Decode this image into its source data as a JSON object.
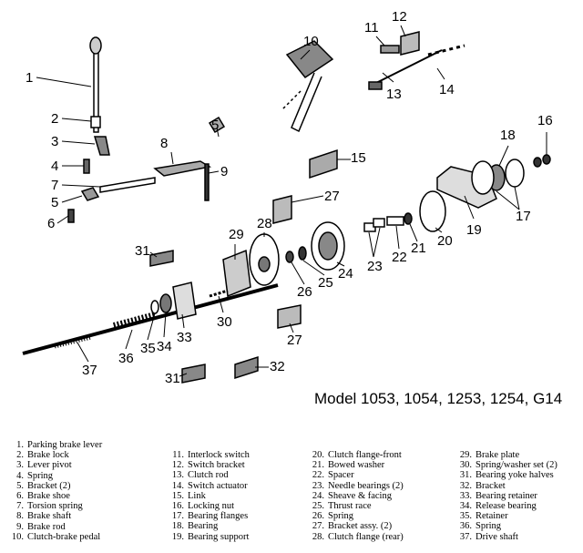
{
  "model_label": "Model 1053, 1054, 1253, 1254, G14",
  "callouts": [
    "1",
    "2",
    "3",
    "4",
    "5",
    "6",
    "7",
    "8",
    "9",
    "10",
    "11",
    "12",
    "13",
    "14",
    "15",
    "16",
    "17",
    "18",
    "19",
    "20",
    "21",
    "22",
    "23",
    "24",
    "25",
    "26",
    "27",
    "28",
    "29",
    "30",
    "31",
    "32",
    "33",
    "34",
    "35",
    "36",
    "37"
  ],
  "legend": {
    "col1": [
      {
        "num": "1.",
        "label": "Parking brake lever"
      },
      {
        "num": "2.",
        "label": "Brake lock"
      },
      {
        "num": "3.",
        "label": "Lever pivot"
      },
      {
        "num": "4.",
        "label": "Spring"
      },
      {
        "num": "5.",
        "label": "Bracket (2)"
      },
      {
        "num": "6.",
        "label": "Brake shoe"
      },
      {
        "num": "7.",
        "label": "Torsion spring"
      },
      {
        "num": "8.",
        "label": "Brake shaft"
      },
      {
        "num": "9.",
        "label": "Brake rod"
      },
      {
        "num": "10.",
        "label": "Clutch-brake pedal"
      }
    ],
    "col2": [
      {
        "num": "11.",
        "label": "Interlock switch"
      },
      {
        "num": "12.",
        "label": "Switch bracket"
      },
      {
        "num": "13.",
        "label": "Clutch rod"
      },
      {
        "num": "14.",
        "label": "Switch actuator"
      },
      {
        "num": "15.",
        "label": "Link"
      },
      {
        "num": "16.",
        "label": "Locking nut"
      },
      {
        "num": "17.",
        "label": "Bearing flanges"
      },
      {
        "num": "18.",
        "label": "Bearing"
      },
      {
        "num": "19.",
        "label": "Bearing support"
      }
    ],
    "col3": [
      {
        "num": "20.",
        "label": "Clutch flange-front"
      },
      {
        "num": "21.",
        "label": "Bowed washer"
      },
      {
        "num": "22.",
        "label": "Spacer"
      },
      {
        "num": "23.",
        "label": "Needle bearings (2)"
      },
      {
        "num": "24.",
        "label": "Sheave & facing"
      },
      {
        "num": "25.",
        "label": "Thrust race"
      },
      {
        "num": "26.",
        "label": "Spring"
      },
      {
        "num": "27.",
        "label": "Bracket assy. (2)"
      },
      {
        "num": "28.",
        "label": "Clutch flange (rear)"
      }
    ],
    "col4": [
      {
        "num": "29.",
        "label": "Brake plate"
      },
      {
        "num": "30.",
        "label": "Spring/washer set (2)"
      },
      {
        "num": "31.",
        "label": "Bearing yoke halves"
      },
      {
        "num": "32.",
        "label": "Bracket"
      },
      {
        "num": "33.",
        "label": "Bearing retainer"
      },
      {
        "num": "34.",
        "label": "Release bearing"
      },
      {
        "num": "35.",
        "label": "Retainer"
      },
      {
        "num": "36.",
        "label": "Spring"
      },
      {
        "num": "37.",
        "label": "Drive shaft"
      }
    ]
  }
}
